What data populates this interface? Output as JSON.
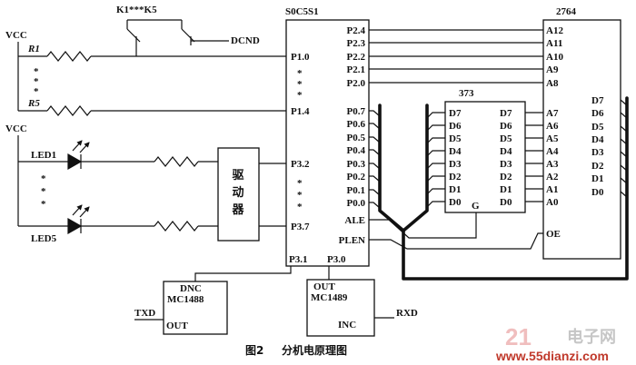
{
  "power": {
    "vcc_top": "VCC",
    "vcc_led": "VCC"
  },
  "switches": {
    "label": "K1***K5",
    "ground": "DCND"
  },
  "resistors": {
    "r1": "R1",
    "r5": "R5"
  },
  "repeat_mark": "*",
  "leds": {
    "led1": "LED1",
    "led5": "LED5"
  },
  "driver": {
    "chars": [
      "驱",
      "动",
      "器"
    ]
  },
  "mcu": {
    "name": "S0C5S1",
    "left_pins": [
      "P1.0",
      "P1.4",
      "P3.2",
      "P3.7"
    ],
    "bottom_pins": [
      "P3.1",
      "P3.0"
    ],
    "right_pins": [
      "P2.4",
      "P2.3",
      "P2.2",
      "P2.1",
      "P2.0",
      "P0.7",
      "P0.6",
      "P0.5",
      "P0.4",
      "P0.3",
      "P0.2",
      "P0.1",
      "P0.0",
      "ALE",
      "PLEN"
    ]
  },
  "latch": {
    "name": "373",
    "inputs": [
      "D7",
      "D6",
      "D5",
      "D4",
      "D3",
      "D2",
      "D1",
      "D0"
    ],
    "outputs": [
      "D7",
      "D6",
      "D5",
      "D4",
      "D3",
      "D2",
      "D1",
      "D0"
    ],
    "gate": "G"
  },
  "eprom": {
    "name": "2764",
    "address_pins": [
      "A12",
      "A11",
      "A10",
      "A9",
      "A8",
      "A7",
      "A6",
      "A5",
      "A4",
      "A3",
      "A2",
      "A1",
      "A0"
    ],
    "oe": "OE",
    "data_pins": [
      "D7",
      "D6",
      "D5",
      "D4",
      "D3",
      "D2",
      "D1",
      "D0"
    ]
  },
  "tx_driver": {
    "top_pin": "DNC",
    "name": "MC1488",
    "bottom_pin": "OUT",
    "signal": "TXD"
  },
  "rx_receiver": {
    "top_pin": "OUT",
    "name": "MC1489",
    "bottom_pin": "INC",
    "signal": "RXD"
  },
  "caption": {
    "figure": "图2",
    "title": "分机电原理图"
  },
  "watermark": {
    "mark": "21",
    "brand": "电子网",
    "url": "www.55dianzi.com"
  }
}
